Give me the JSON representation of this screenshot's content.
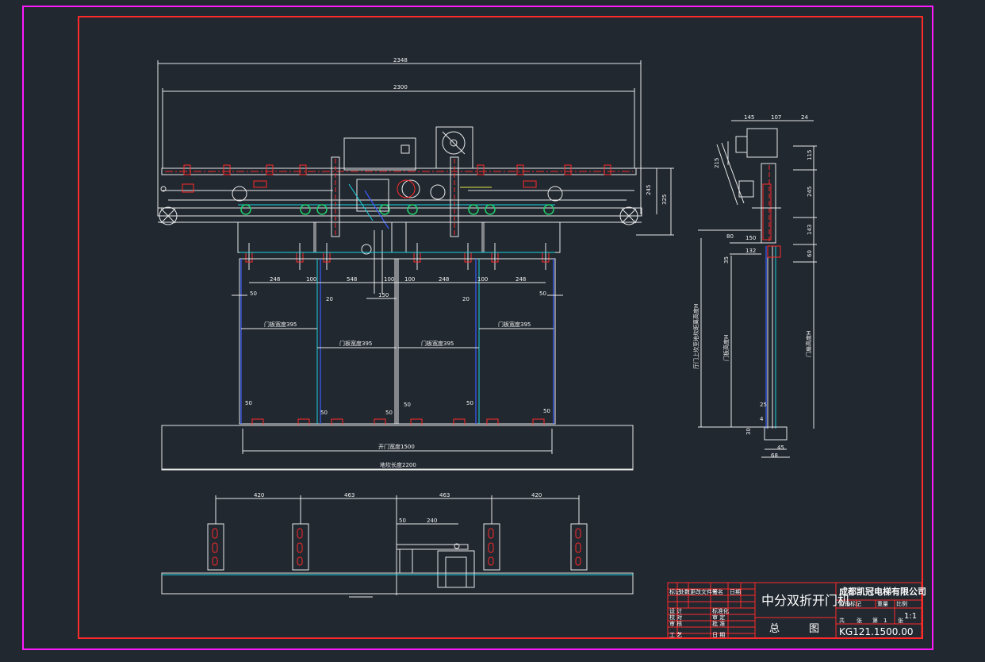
{
  "colors": {
    "background": "#212830",
    "sheet_border": "#ff19ff",
    "frame": "#ff2a2a",
    "outline": "#e8e8e8",
    "cyan": "#19d4e0",
    "blue": "#3a5cff",
    "green": "#22d06a"
  },
  "front_view": {
    "dims": {
      "overall": "2348",
      "inner": "2300",
      "h1": "245",
      "h2": "325",
      "s1": "248",
      "s2": "100",
      "s3": "548",
      "s4": "100",
      "s5": "100",
      "s6": "248",
      "s7": "100",
      "s8": "248",
      "center": "150",
      "g1": "50",
      "g2": "20",
      "g3": "20",
      "g4": "50",
      "b1": "50",
      "b2": "50",
      "b3": "50",
      "b4": "50",
      "b5": "50",
      "b6": "50"
    },
    "labels": {
      "panel1": "门板宽度395",
      "panel2": "门板宽度395",
      "panel3": "门板宽度395",
      "panel4": "门板宽度395",
      "opening": "开门宽度1500",
      "sill": "地坎长度2200"
    }
  },
  "side_view": {
    "dims": {
      "top1": "145",
      "top2": "107",
      "top3": "24",
      "r1": "115",
      "r2": "245",
      "r3": "143",
      "r4": "60",
      "l1": "215",
      "m1": "80",
      "m2": "150",
      "m3": "132",
      "m4": "35",
      "bot1": "30",
      "bot2": "45",
      "bot3": "68",
      "small1": "25",
      "small2": "4"
    },
    "labels": {
      "total_height": "厅门上坎至地坎距离高度H",
      "door_height": "门板高度H",
      "clear_height": "门扇高度H"
    }
  },
  "bottom_view": {
    "dims": {
      "d1": "420",
      "d2": "463",
      "d3": "463",
      "d4": "420",
      "d5": "50",
      "d6": "240"
    }
  },
  "title_block": {
    "title": "中分双折开门机",
    "subtitle_left": "总",
    "subtitle_right": "图",
    "company": "成都凯冠电梯有限公司",
    "scale": "1:1",
    "drawing_no": "KG121.1500.00",
    "cells": {
      "c1": "标记",
      "c2": "处数",
      "c3": "更改文件号",
      "c4": "签名",
      "c5": "日期",
      "c6": "设 计",
      "c7": "标准化",
      "c8": "校 对",
      "c9": "审 定",
      "c10": "审 核",
      "c11": "批 准",
      "c12": "工 艺",
      "c13": "日 期",
      "c14": "阶段标记",
      "c15": "重量",
      "c16": "比例",
      "c17": "共",
      "c18": "张",
      "c19": "第",
      "c20": "1",
      "c21": "张"
    }
  }
}
